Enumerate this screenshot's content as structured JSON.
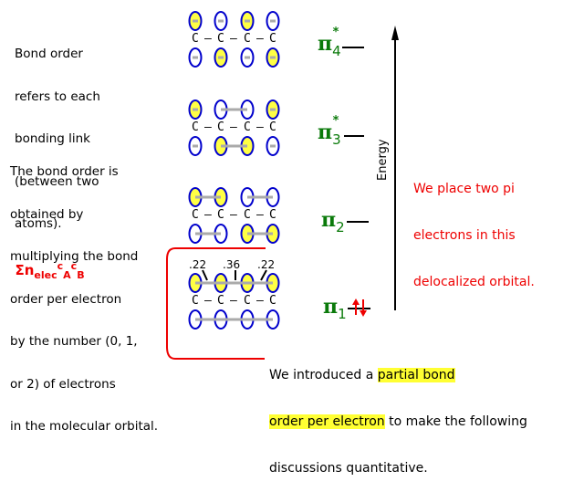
{
  "notes": {
    "bond_order_definition": [
      "Bond order",
      "refers to each",
      "bonding link",
      "(between two",
      "atoms)."
    ],
    "bond_order_calculation": [
      "The bond order is",
      "obtained by",
      "multiplying the bond",
      "order per electron",
      "by the number (0, 1,",
      "or 2) of electrons",
      "in the molecular orbital."
    ],
    "formula": {
      "sigma": "Σ",
      "n": "n",
      "n_sub": "elec",
      "c1": "c",
      "c1_sub": "A",
      "c2": "c",
      "c2_sub": "B"
    },
    "placement_note": [
      "We place two pi",
      "electrons in this",
      "delocalized orbital."
    ],
    "intro_note": {
      "line1_plain": "We introduced a ",
      "line1_highlight": "partial bond",
      "line2_highlight": "order per electron",
      "line2_plain": " to make the following",
      "line3_plain": "discussions quantitative."
    }
  },
  "energy_axis": {
    "label": "Energy"
  },
  "levels": [
    {
      "symbol": "π",
      "sub": "4",
      "sup": "*",
      "electrons": 0
    },
    {
      "symbol": "π",
      "sub": "3",
      "sup": "*",
      "electrons": 0
    },
    {
      "symbol": "π",
      "sub": "2",
      "sup": "",
      "electrons": 0
    },
    {
      "symbol": "π",
      "sub": "1",
      "sup": "",
      "electrons": 2
    }
  ],
  "molecule": {
    "atom_label": "C",
    "bond_dash": "–",
    "orbitals": [
      {
        "level": "π4*",
        "top_shaded": [
          true,
          false,
          true,
          false
        ],
        "bottom_shaded": [
          false,
          true,
          false,
          true
        ]
      },
      {
        "level": "π3*",
        "top_shaded": [
          true,
          false,
          false,
          true
        ],
        "bottom_shaded": [
          false,
          true,
          true,
          false
        ]
      },
      {
        "level": "π2",
        "top_shaded": [
          true,
          true,
          false,
          false
        ],
        "bottom_shaded": [
          false,
          false,
          true,
          true
        ]
      },
      {
        "level": "π1",
        "top_shaded": [
          true,
          true,
          true,
          true
        ],
        "bottom_shaded": [
          false,
          false,
          false,
          false
        ]
      }
    ]
  },
  "partial_bond_orders": [
    ".22",
    ".36",
    ".22"
  ],
  "colors": {
    "lobe_outline": "#0000cc",
    "lobe_fill": "#ffff44",
    "bond_line": "#aaaaaa",
    "level_label": "#0a7a0a",
    "note_red": "#ee0000",
    "highlight": "#ffff33",
    "electron_arrows": "#ee0000"
  }
}
